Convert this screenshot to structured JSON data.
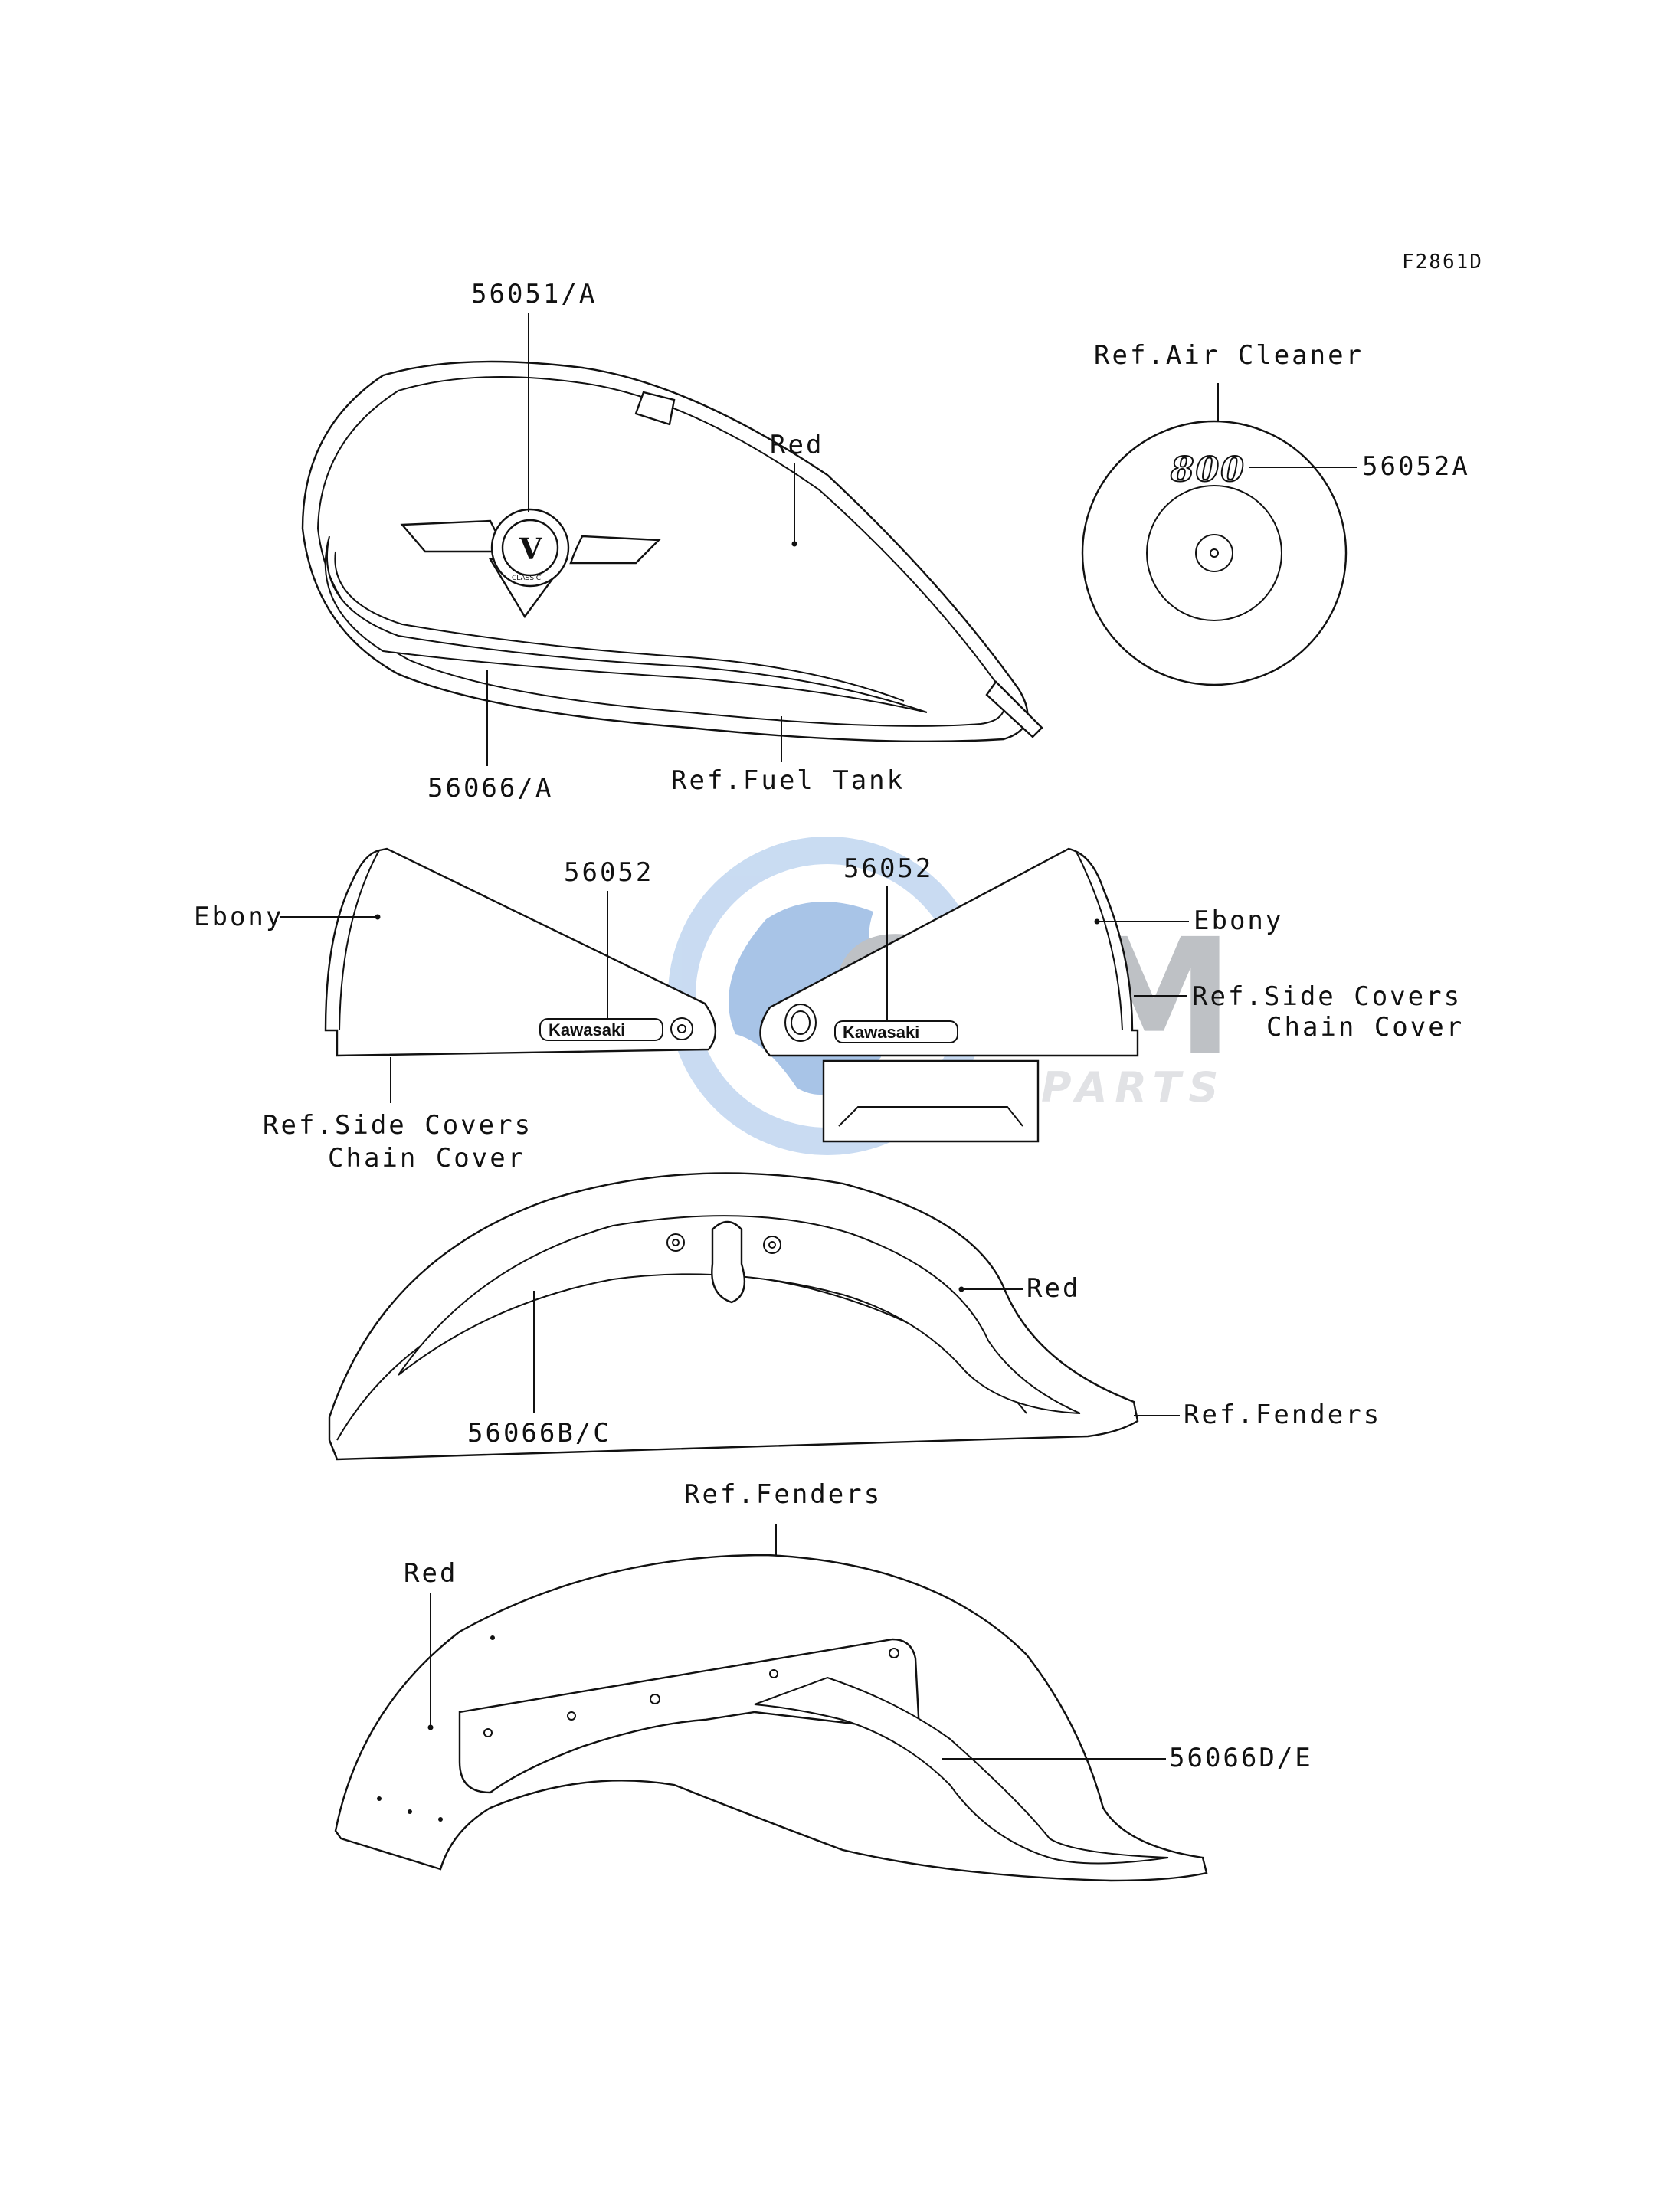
{
  "figure_code": "F2861D",
  "callouts": {
    "tank_emblem": "56051/A",
    "tank_stripe": "56066/A",
    "tank_color": "Red",
    "tank_ref": "Ref.Fuel Tank",
    "air_cleaner_ref": "Ref.Air Cleaner",
    "air_cleaner_emblem": "56052A",
    "left_cover_emblem": "56052",
    "left_cover_color": "Ebony",
    "left_cover_ref_line1": "Ref.Side Covers",
    "left_cover_ref_line2": "Chain Cover",
    "right_cover_emblem": "56052",
    "right_cover_color": "Ebony",
    "right_cover_ref_line1": "Ref.Side Covers",
    "right_cover_ref_line2": "Chain Cover",
    "front_fender_color": "Red",
    "front_fender_ref": "Ref.Fenders",
    "front_fender_stripe": "56066B/C",
    "rear_fender_ref": "Ref.Fenders",
    "rear_fender_color": "Red",
    "rear_fender_stripe": "56066D/E"
  },
  "decals": {
    "brand_left": "Kawasaki",
    "brand_right": "Kawasaki",
    "air_cleaner_number": "800",
    "tank_badge_letter": "V",
    "tank_badge_word": "CLASSIC"
  },
  "watermark": {
    "main": "OEM",
    "sub": "MOTORPARTS"
  },
  "colors": {
    "line": "#111111",
    "watermark_blue": "#3a78c8",
    "watermark_grey": "#8a8f96"
  }
}
